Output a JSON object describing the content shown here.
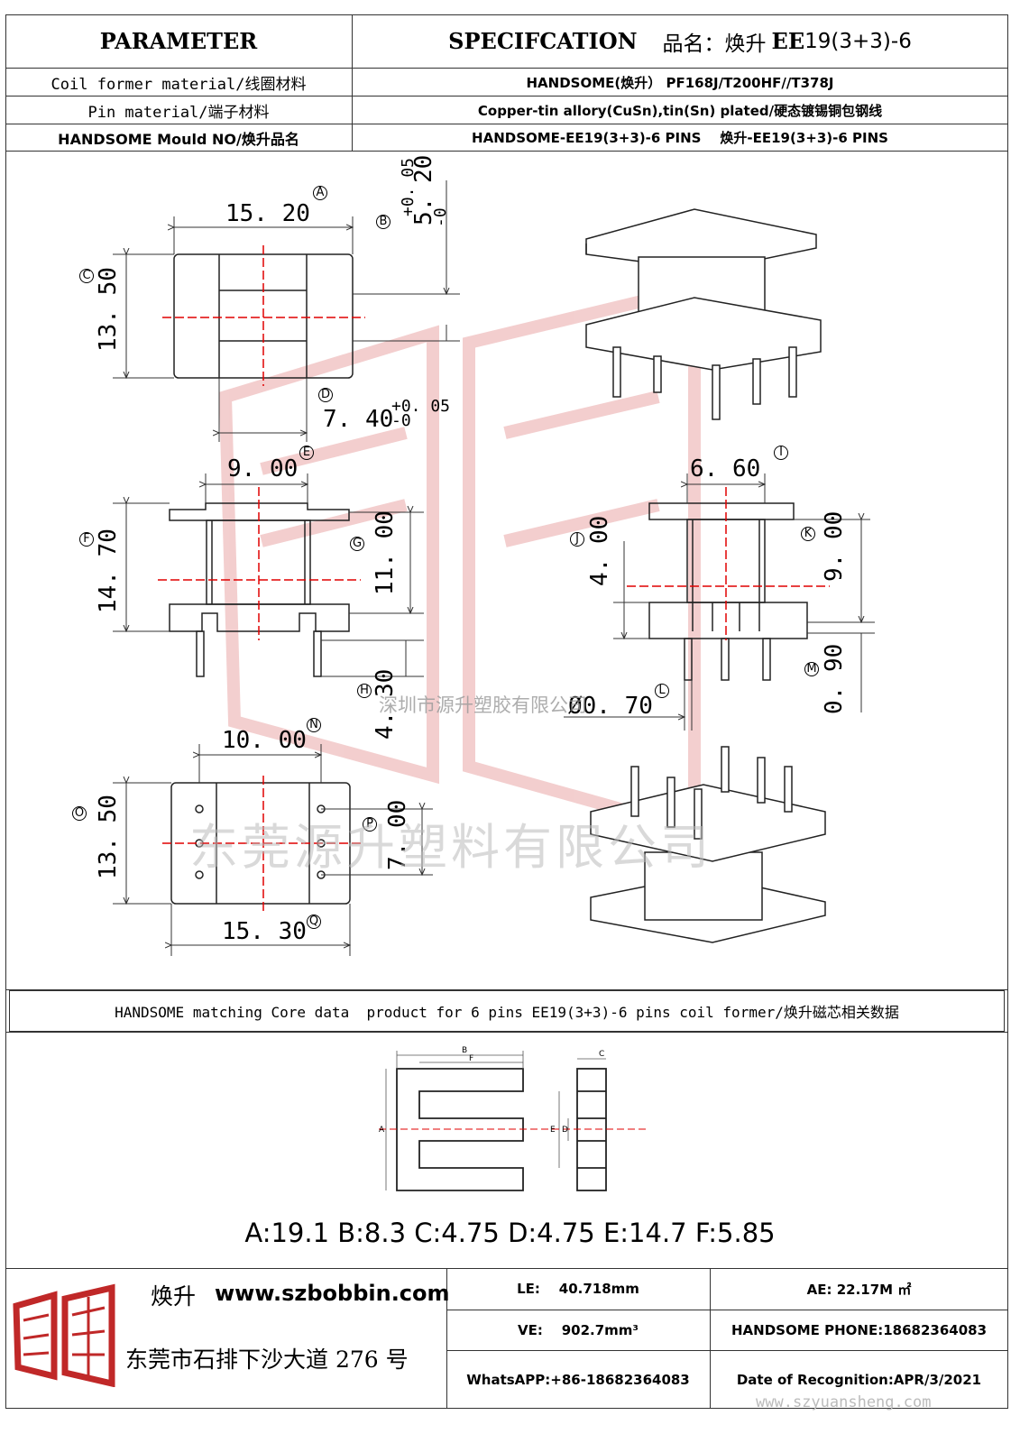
{
  "header": {
    "parameter": "PARAMETER",
    "specification": "SPECIFCATION",
    "product_name_label": "品名：",
    "product_name_cn": "焕升",
    "product_name_model": "EE19(3+3)-6"
  },
  "rows": [
    {
      "label": "Coil former material/线圈材料",
      "value": "HANDSOME(焕升）  PF168J/T200HF//T378J"
    },
    {
      "label": "Pin material/端子材料",
      "value": "Copper-tin allory(CuSn),tin(Sn) plated/硬态镀锡铜包钢线"
    },
    {
      "label": "HANDSOME Mould NO/焕升品名",
      "value": "HANDSOME-EE19(3+3)-6 PINS    焕升-EE19(3+3)-6 PINS"
    }
  ],
  "dimensions": {
    "A": "15. 20",
    "B": "5. 20",
    "B_tol_plus": "+0. 05",
    "B_tol_minus": "-0",
    "C": "13. 50",
    "D": "7. 40",
    "D_tol_plus": "+0. 05",
    "D_tol_minus": "-0",
    "E": "9. 00",
    "F": "14. 70",
    "G": "11. 00",
    "H": "4. 30",
    "I": "6. 60",
    "J": "4. 00",
    "K": "9. 00",
    "L": "Ø0. 70",
    "M": "0. 90",
    "N": "10. 00",
    "O": "13. 50",
    "P": "7. 00",
    "Q": "15. 30"
  },
  "markers": {
    "A": "A",
    "B": "B",
    "C": "C",
    "D": "D",
    "E": "E",
    "F": "F",
    "G": "G",
    "H": "H",
    "I": "I",
    "J": "J",
    "K": "K",
    "L": "L",
    "M": "M",
    "N": "N",
    "O": "O",
    "P": "P",
    "Q": "Q"
  },
  "watermarks": {
    "company_small": "深圳市源升塑胶有限公司",
    "company_large": "东莞源升塑料有限公司",
    "website": "www.szyuansheng.com"
  },
  "core_section": {
    "title": "HANDSOME matching Core data  product for 6 pins EE19(3+3)-6 pins coil former/焕升磁芯相关数据",
    "core_labels": {
      "A": "A",
      "B": "B",
      "C": "C",
      "D": "D",
      "E": "E",
      "F": "F"
    },
    "values": "A:19.1 B:8.3 C:4.75 D:4.75 E:14.7 F:5.85"
  },
  "footer": {
    "brand": "焕升",
    "website": "www.szbobbin.com",
    "address": "东莞市石排下沙大道 276 号",
    "LE": "LE:    40.718mm",
    "AE": "AE: 22.17M ㎡",
    "VE": "VE:    902.7mm³",
    "phone": "HANDSOME PHONE:18682364083",
    "whatsapp": "WhatsAPP:+86-18682364083",
    "date": "Date of Recognition:APR/3/2021"
  },
  "colors": {
    "line": "#333333",
    "center_line": "#e00000",
    "watermark": "#d04040"
  }
}
